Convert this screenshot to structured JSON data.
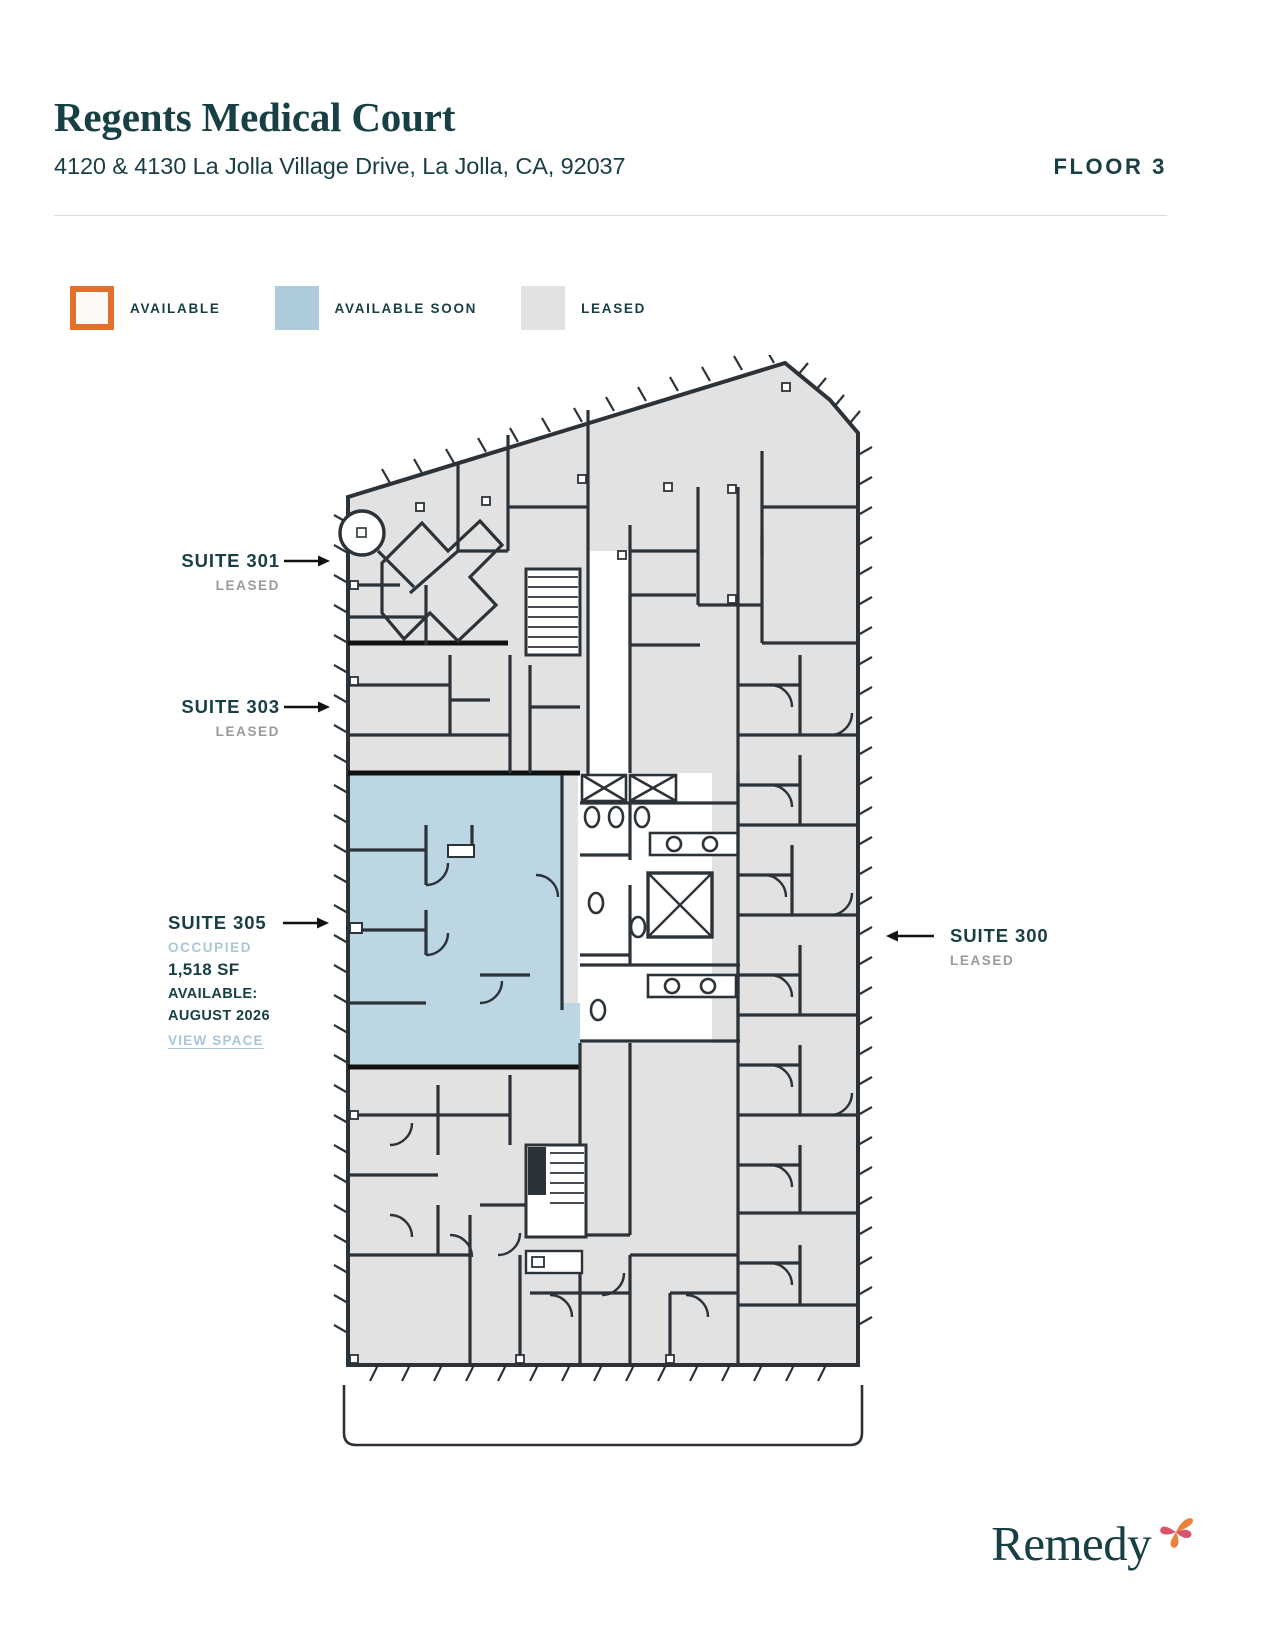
{
  "header": {
    "title": "Regents Medical Court",
    "address": "4120 & 4130 La Jolla Village Drive, La Jolla, CA, 92037",
    "floor": "FLOOR 3"
  },
  "legend": {
    "items": [
      {
        "label": "AVAILABLE",
        "color": "#e2712b",
        "style": "outline"
      },
      {
        "label": "AVAILABLE SOON",
        "color": "#aecbdb",
        "style": "fill"
      },
      {
        "label": "LEASED",
        "color": "#e2e2e2",
        "style": "fill"
      }
    ]
  },
  "callouts": {
    "suite_301": {
      "name": "SUITE 301",
      "status": "LEASED",
      "arrow": "arrow-right-icon"
    },
    "suite_303": {
      "name": "SUITE 303",
      "status": "LEASED",
      "arrow": "arrow-right-icon"
    },
    "suite_305": {
      "name": "SUITE 305",
      "status": "OCCUPIED",
      "square_feet": "1,518 SF",
      "available_label": "AVAILABLE:",
      "available_date": "AUGUST 2026",
      "link": "VIEW SPACE",
      "arrow": "arrow-right-icon"
    },
    "suite_300": {
      "name": "SUITE 300",
      "status": "LEASED",
      "arrow": "arrow-left-icon"
    }
  },
  "footer": {
    "brand": "Remedy",
    "mark": "pinwheel-logo-icon"
  },
  "colors": {
    "brand_dark": "#173f44",
    "available_orange": "#e2712b",
    "available_soon_blue": "#aecbdb",
    "leased_gray": "#e2e2e2",
    "plan_line": "#2b3338"
  }
}
